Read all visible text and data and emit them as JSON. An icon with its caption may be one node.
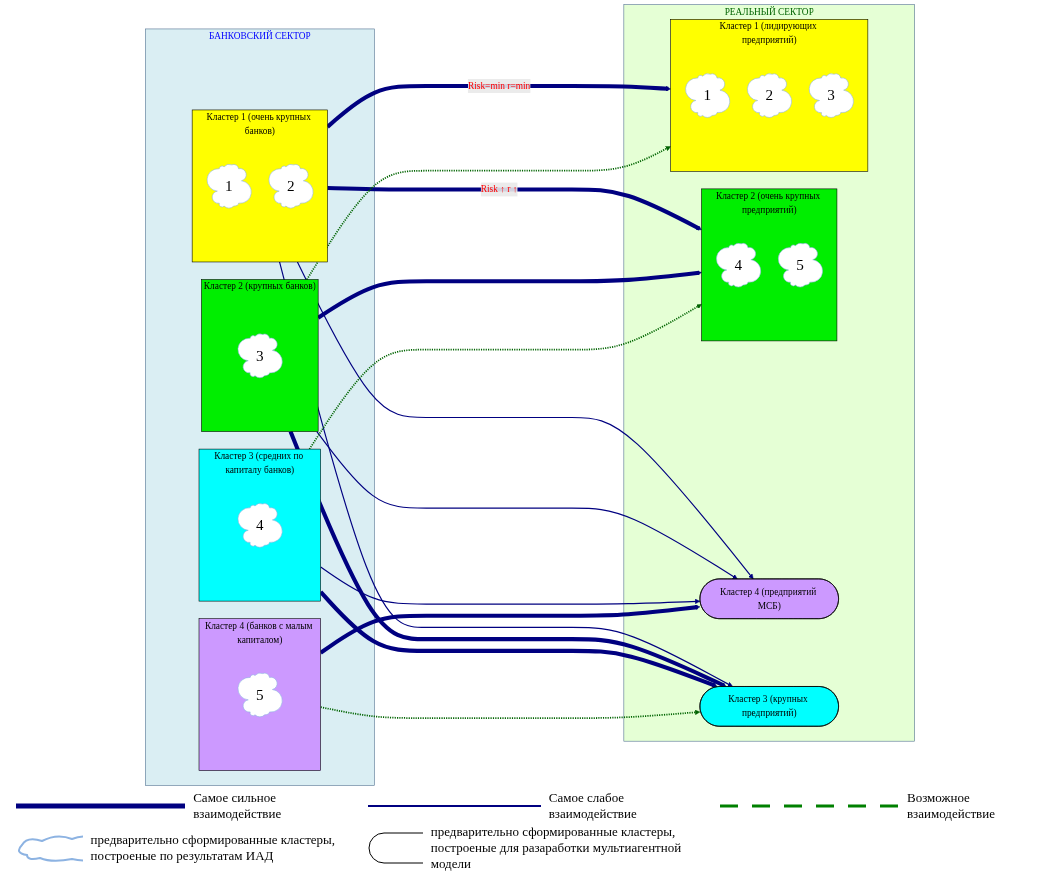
{
  "diagram": {
    "nodes": [
      {
        "text": [
          "БАНКОВСКИЙ СЕКТОР"
        ]
      },
      {
        "text": [
          "Кластер 1 (очень крупных банков)"
        ],
        "in": 0
      },
      {
        "text": [
          "1"
        ],
        "in": 1
      },
      {
        "text": [
          "2"
        ],
        "in": 1
      },
      {
        "text": [
          "Кластер 2 (крупных банков)"
        ],
        "in": 0
      },
      {
        "text": [
          "3"
        ],
        "in": 4
      },
      {
        "text": [
          "Кластер 3 (средних по капиталу банков)"
        ],
        "in": 0
      },
      {
        "text": [
          "4"
        ],
        "in": 6
      },
      {
        "text": [
          "Кластер 4 (банков с малым капиталом)"
        ],
        "in": 0
      },
      {
        "text": [
          "5"
        ],
        "in": 8
      },
      {
        "text": [
          "РЕАЛЬНЫЙ СЕКТОР"
        ]
      },
      {
        "text": [
          "Кластер 1 (лидирующих предприятий)"
        ],
        "in": 10
      },
      {
        "text": [
          "1"
        ],
        "in": 11
      },
      {
        "text": [
          "2"
        ],
        "in": 11
      },
      {
        "text": [
          "3"
        ],
        "in": 11
      },
      {
        "text": [
          "Кластер 2 (очень крупных предприятий)"
        ],
        "in": 10
      },
      {
        "text": [
          "4"
        ],
        "in": 15
      },
      {
        "text": [
          "5"
        ],
        "in": 15
      },
      {
        "text": [
          "Кластер 3 (крупных предприятий)"
        ],
        "in": 10
      },
      {
        "text": [
          "Кластер 4 (предприятий МСБ)"
        ],
        "in": 10
      }
    ],
    "edges": [
      {
        "from": 1,
        "to": 11,
        "arrow": "to",
        "style": "thick",
        "label": "Risk=min r=min"
      },
      {
        "from": 1,
        "to": 15,
        "arrow": "to",
        "style": "thick",
        "label": "Risk ↑ r ↑"
      },
      {
        "from": 1,
        "to": 18,
        "arrow": "to"
      },
      {
        "from": 1,
        "to": 19,
        "arrow": "to"
      },
      {
        "from": 4,
        "to": 11,
        "arrow": "to",
        "style": "dashed",
        "color": "#006400"
      },
      {
        "from": 4,
        "to": 15,
        "arrow": "to",
        "style": "thick"
      },
      {
        "from": 4,
        "to": 18,
        "arrow": "to",
        "style": "thick"
      },
      {
        "from": 4,
        "to": 19,
        "arrow": "to"
      },
      {
        "from": 6,
        "to": 15,
        "arrow": "to",
        "style": "dashed",
        "color": "#006400"
      },
      {
        "from": 6,
        "to": 18,
        "arrow": "to",
        "style": "thick"
      },
      {
        "from": 6,
        "to": 19,
        "arrow": "to"
      },
      {
        "from": 8,
        "to": 18,
        "arrow": "to",
        "style": "dashed",
        "color": "#006400"
      },
      {
        "from": 8,
        "to": 19,
        "arrow": "to",
        "style": "thick"
      }
    ],
    "legend": [
      {
        "text": "Самое сильное взаимодействие"
      },
      {
        "text": "Самое слабое взаимодействие"
      },
      {
        "text": "Возможное взаимодействие"
      },
      {
        "text": "предварительно сформированные кластеры, построеные по результатам ИАД"
      },
      {
        "text": "предварительно сформированные кластеры, построеные для разаработки мультиагентной модели"
      }
    ]
  }
}
